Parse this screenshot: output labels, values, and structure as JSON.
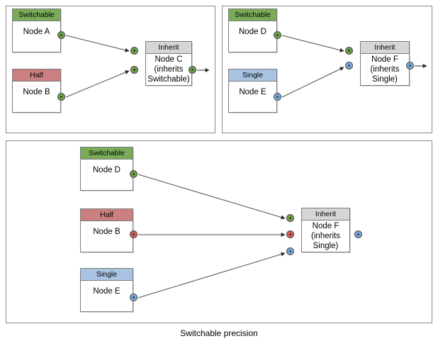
{
  "diagram": {
    "caption": "Switchable precision",
    "colors": {
      "switchable": "#7aab58",
      "half": "#cc7f80",
      "single": "#a8c4e2",
      "inherit": "#d6d6d6",
      "port_green": "#6f9e4e",
      "port_red": "#c9615f",
      "port_blue": "#7ba7d7",
      "panel_border": "#8a8a8a",
      "node_border": "#7a7a7a",
      "edge": "#4d4d4d"
    },
    "panels": [
      {
        "id": "panel-top-left",
        "nodes": [
          {
            "id": "node-a",
            "header": "Switchable",
            "body": "Node A"
          },
          {
            "id": "node-b",
            "header": "Half",
            "body": "Node B"
          },
          {
            "id": "node-c",
            "header": "Inherit",
            "body": "Node C\n(inherits\nSwitchable)"
          }
        ]
      },
      {
        "id": "panel-top-right",
        "nodes": [
          {
            "id": "node-d",
            "header": "Switchable",
            "body": "Node D"
          },
          {
            "id": "node-e",
            "header": "Single",
            "body": "Node E"
          },
          {
            "id": "node-f",
            "header": "Inherit",
            "body": "Node F\n(inherits\nSingle)"
          }
        ]
      },
      {
        "id": "panel-bottom",
        "nodes": [
          {
            "id": "node-d2",
            "header": "Switchable",
            "body": "Node D"
          },
          {
            "id": "node-b2",
            "header": "Half",
            "body": "Node B"
          },
          {
            "id": "node-e2",
            "header": "Single",
            "body": "Node E"
          },
          {
            "id": "node-f2",
            "header": "Inherit",
            "body": "Node F\n(inherits\nSingle)"
          }
        ]
      }
    ]
  },
  "labels": {
    "switchable": "Switchable",
    "half": "Half",
    "single": "Single",
    "inherit": "Inherit",
    "node_a": "Node A",
    "node_b": "Node B",
    "node_c_l1": "Node C",
    "node_c_l2": "(inherits",
    "node_c_l3": "Switchable)",
    "node_d": "Node D",
    "node_e": "Node E",
    "node_f_l1": "Node F",
    "node_f_l2": "(inherits",
    "node_f_l3": "Single)",
    "caption": "Switchable precision"
  }
}
